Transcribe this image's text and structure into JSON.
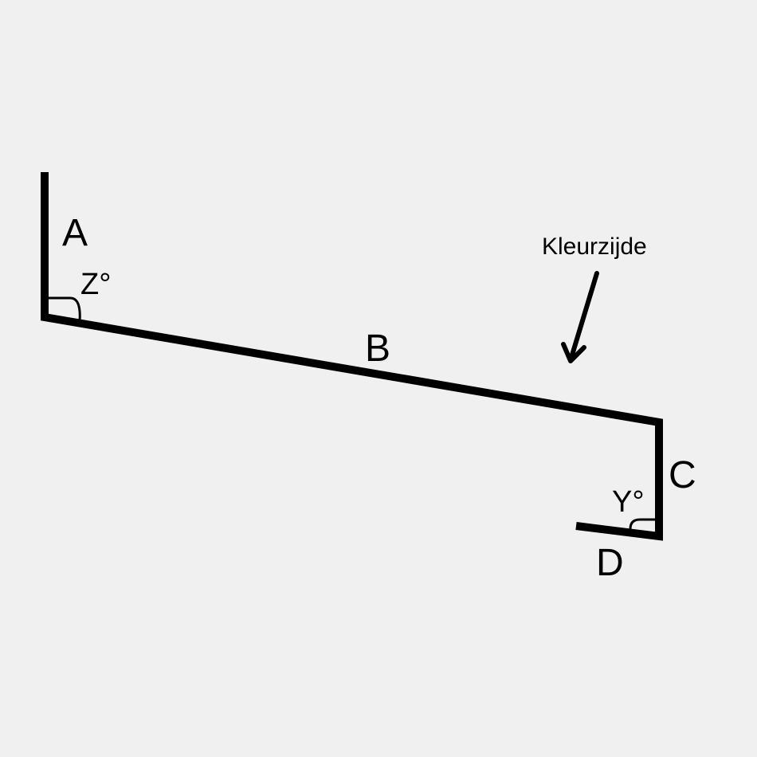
{
  "diagram": {
    "segments": {
      "a": "A",
      "b": "B",
      "c": "C",
      "d": "D"
    },
    "angles": {
      "z": "Z°",
      "y": "Y°"
    },
    "annotation": {
      "text": "Kleurzijde"
    },
    "colors": {
      "background": "#f0f0f0",
      "stroke": "#000000"
    }
  }
}
